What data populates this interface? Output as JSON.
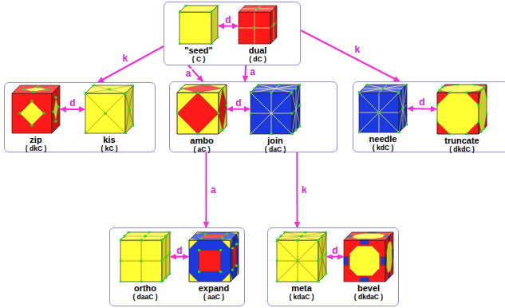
{
  "diagram": {
    "nodes": [
      {
        "text": []
      },
      {
        "text": [
          "\"seed\"",
          "( C )"
        ],
        "in": 0
      },
      {
        "text": [
          "dual",
          "( dC )"
        ],
        "in": 0
      },
      {
        "text": []
      },
      {
        "text": [
          "zip",
          "( dkC )"
        ],
        "in": 3
      },
      {
        "text": [
          "kis",
          "( kC )"
        ],
        "in": 3
      },
      {
        "text": []
      },
      {
        "text": [
          "ambo",
          "( aC )"
        ],
        "in": 6
      },
      {
        "text": [
          "join",
          "( daC )"
        ],
        "in": 6
      },
      {
        "text": []
      },
      {
        "text": [
          "needle",
          "( kdC )"
        ],
        "in": 9
      },
      {
        "text": [
          "truncate",
          "( dkdC )"
        ],
        "in": 9
      },
      {
        "text": []
      },
      {
        "text": [
          "ortho",
          "( daaC )"
        ],
        "in": 12
      },
      {
        "text": [
          "expand",
          "( aaC )"
        ],
        "in": 12
      },
      {
        "text": []
      },
      {
        "text": [
          "meta",
          "( kdaC )"
        ],
        "in": 15
      },
      {
        "text": [
          "bevel",
          "( dkdaC )"
        ],
        "in": 15
      }
    ],
    "edges": [
      {
        "from": 1,
        "to": 2,
        "label": "d",
        "arrow": "both"
      },
      {
        "from": 0,
        "to": 3,
        "label": "k",
        "arrow": "to"
      },
      {
        "from": 0,
        "to": 6,
        "label": "a",
        "arrow": "to"
      },
      {
        "from": 0,
        "to": 6,
        "label": "a",
        "arrow": "to"
      },
      {
        "from": 0,
        "to": 9,
        "label": "k",
        "arrow": "to"
      },
      {
        "from": 4,
        "to": 5,
        "label": "d",
        "arrow": "both"
      },
      {
        "from": 7,
        "to": 8,
        "label": "d",
        "arrow": "both"
      },
      {
        "from": 10,
        "to": 11,
        "label": "d",
        "arrow": "both"
      },
      {
        "from": 6,
        "to": 12,
        "label": "a",
        "arrow": "to"
      },
      {
        "from": 6,
        "to": 15,
        "label": "k",
        "arrow": "to"
      },
      {
        "from": 13,
        "to": 14,
        "label": "d",
        "arrow": "both"
      },
      {
        "from": 16,
        "to": 17,
        "label": "d",
        "arrow": "both"
      }
    ]
  }
}
